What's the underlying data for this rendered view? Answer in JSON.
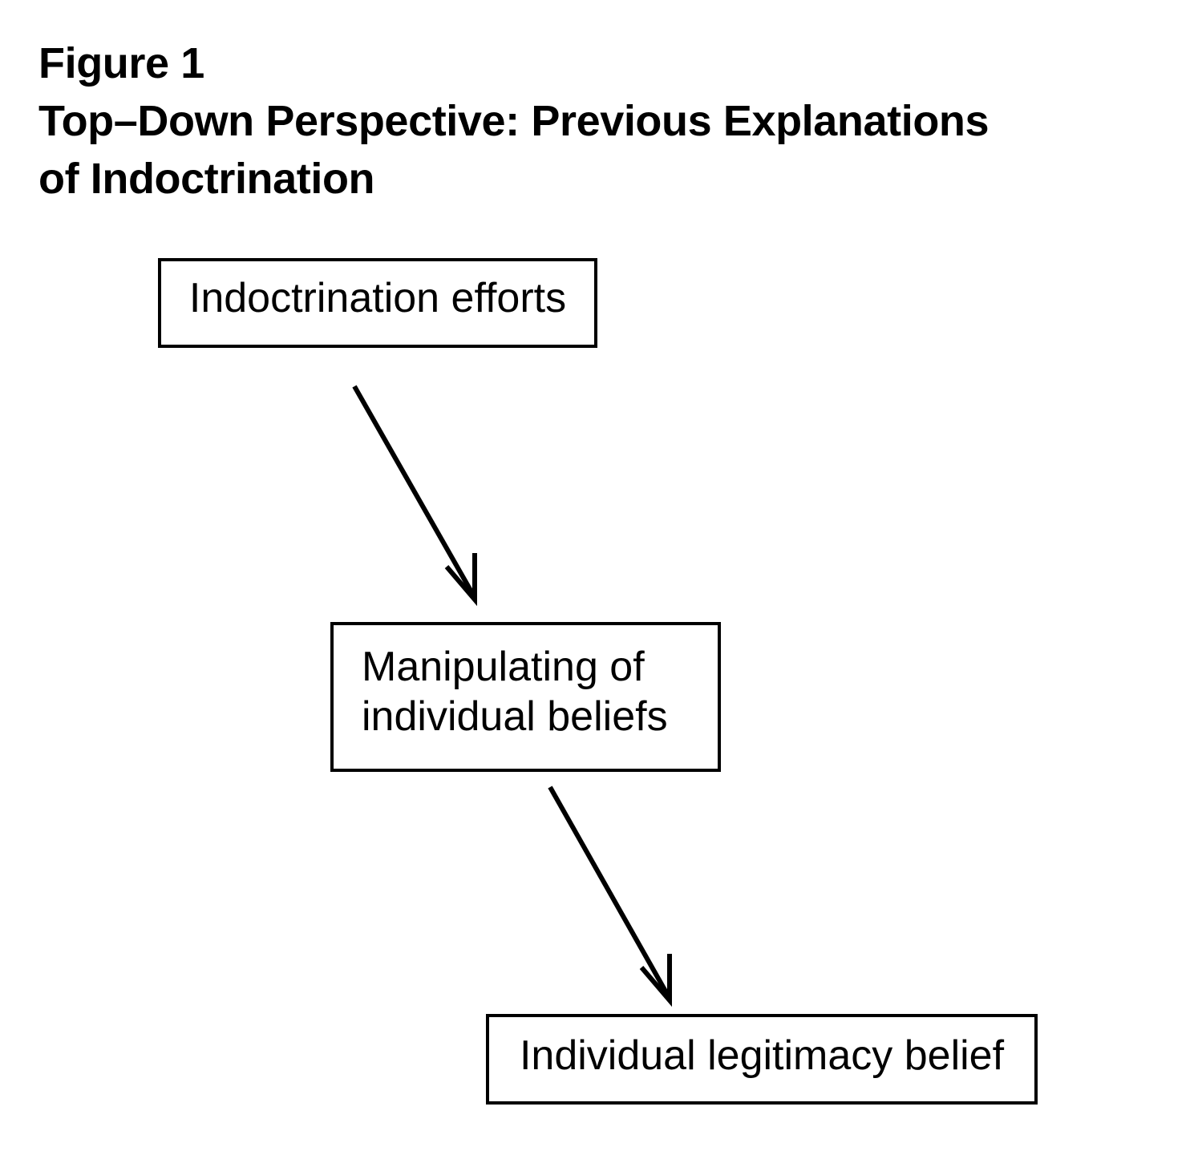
{
  "figure": {
    "label": "Figure 1",
    "title_line_1": "Top–Down Perspective: Previous Explanations",
    "title_line_2": "of Indoctrination"
  },
  "diagram": {
    "type": "flowchart",
    "orientation": "top-down",
    "background_color": "#ffffff",
    "stroke_color": "#000000",
    "nodes": [
      {
        "id": "indoctrination-efforts",
        "label": "Indoctrination efforts",
        "shape": "rectangle",
        "text_align": "center"
      },
      {
        "id": "manipulating-beliefs",
        "label": "Manipulating of\nindividual beliefs",
        "shape": "rectangle",
        "text_align": "left"
      },
      {
        "id": "individual-legitimacy",
        "label": "Individual legitimacy belief",
        "shape": "rectangle",
        "text_align": "center"
      }
    ],
    "edges": [
      {
        "id": "edge-efforts-to-manipulating",
        "from": "indoctrination-efforts",
        "to": "manipulating-beliefs",
        "style": "solid",
        "arrowhead": "open-v"
      },
      {
        "id": "edge-manipulating-to-legitimacy",
        "from": "manipulating-beliefs",
        "to": "individual-legitimacy",
        "style": "solid",
        "arrowhead": "open-v"
      }
    ]
  }
}
